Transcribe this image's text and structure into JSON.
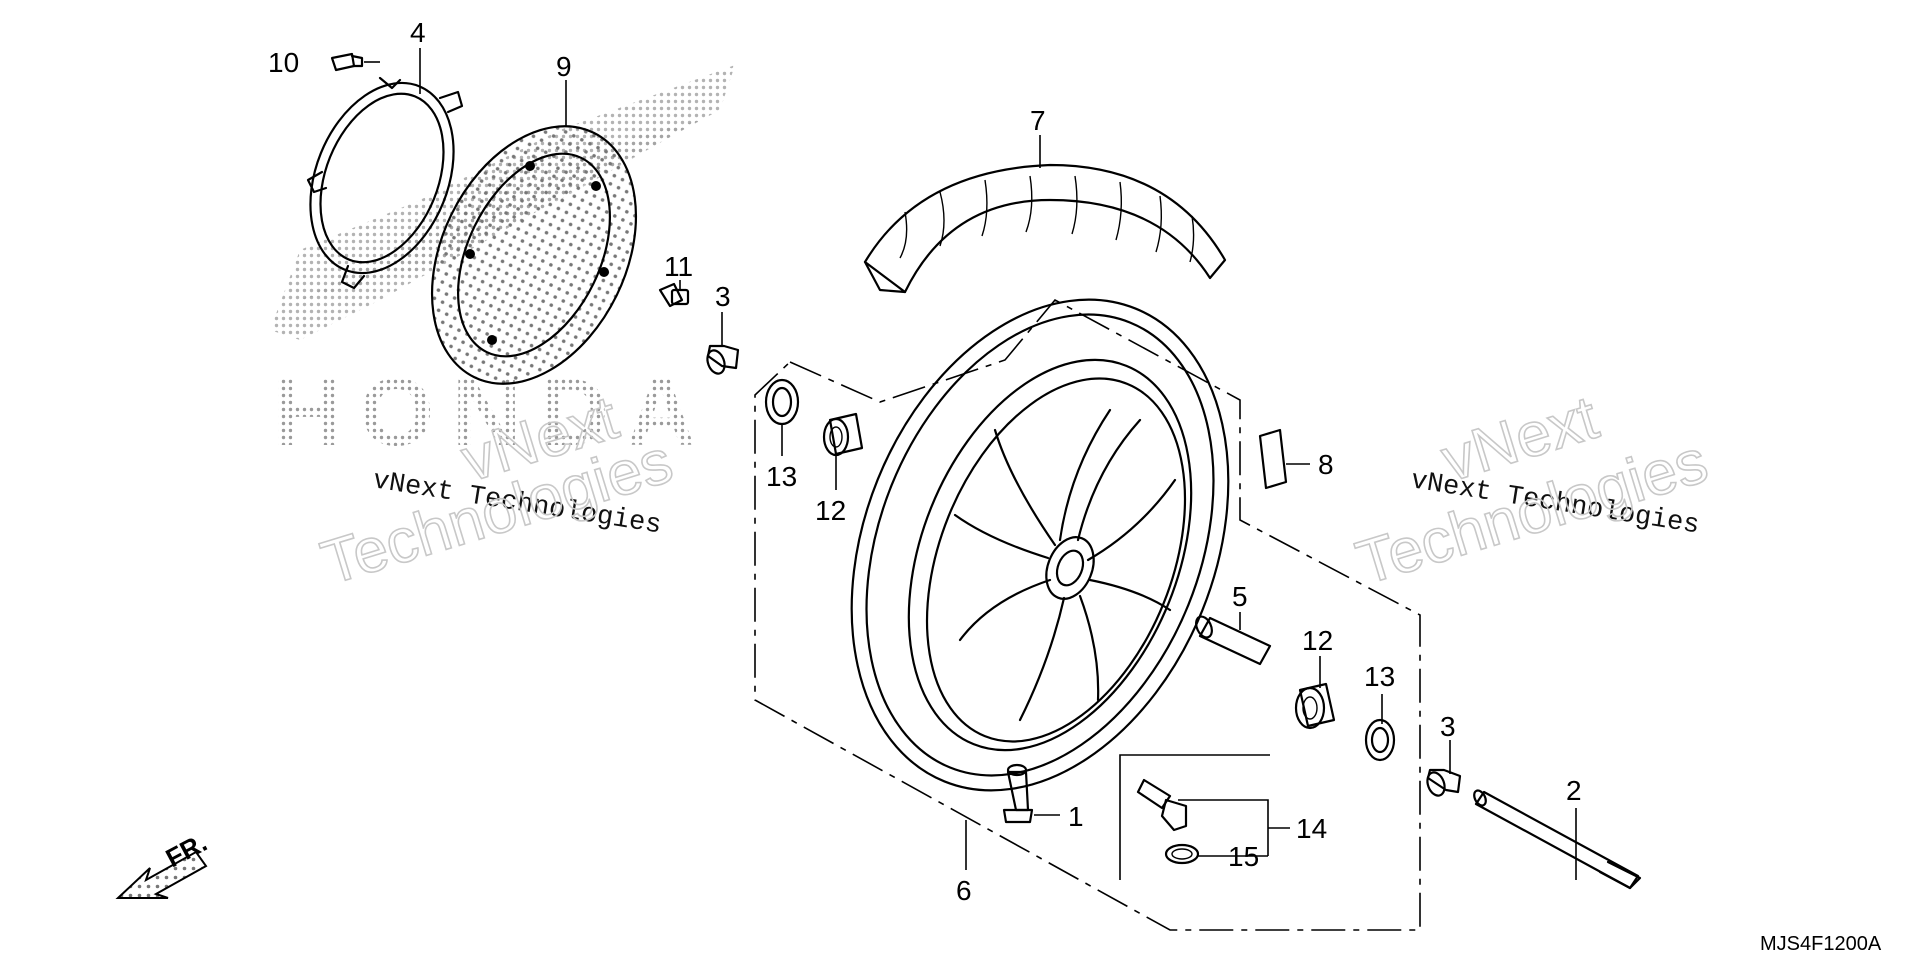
{
  "diagram": {
    "callouts": {
      "c1": "1",
      "c2": "2",
      "c3a": "3",
      "c3b": "3",
      "c4": "4",
      "c5": "5",
      "c6": "6",
      "c7": "7",
      "c8": "8",
      "c9": "9",
      "c10": "10",
      "c11": "11",
      "c12a": "12",
      "c12b": "12",
      "c13a": "13",
      "c13b": "13",
      "c14": "14",
      "c15": "15"
    },
    "watermark": {
      "left_small": "vNext Technologies",
      "left_big_1": "vNext",
      "left_big_2": "Technologies",
      "right_small": "vNext Technologies",
      "right_big_1": "vNext",
      "right_big_2": "Technologies"
    },
    "brand_logo_text": "HONDA",
    "direction_label": "FR.",
    "diagram_code": "MJS4F1200A"
  },
  "colors": {
    "line": "#000000",
    "watermark": "#c8c8c8",
    "background": "#ffffff"
  }
}
